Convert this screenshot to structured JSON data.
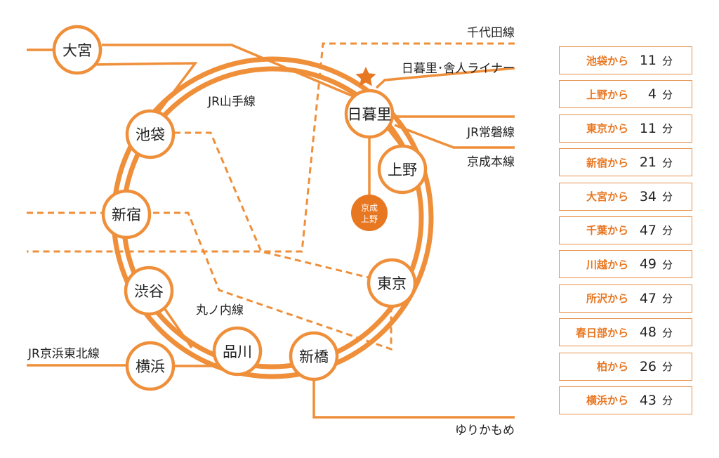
{
  "colors": {
    "accent": "#e87722",
    "line": "#ef8f3a",
    "text": "#222222"
  },
  "stations": {
    "omiya": "大宮",
    "ikebukuro": "池袋",
    "shinjuku": "新宿",
    "shibuya": "渋谷",
    "shinagawa": "品川",
    "yokohama": "横浜",
    "shinbashi": "新橋",
    "tokyo": "東京",
    "ueno": "上野",
    "nippori": "日暮里",
    "keisei_ueno_line1": "京成",
    "keisei_ueno_line2": "上野"
  },
  "lines": {
    "chiyoda": "千代田線",
    "nippori_toneri": "日暮里･舎人ライナー",
    "yamanote": "JR山手線",
    "joban": "JR常磐線",
    "keisei": "京成本線",
    "marunouchi": "丸ノ内線",
    "keihin_tohoku": "JR京浜東北線",
    "yurikamome": "ゆりかもめ"
  },
  "travel_times": [
    {
      "from": "池袋から",
      "minutes": "11",
      "unit": "分"
    },
    {
      "from": "上野から",
      "minutes": "4",
      "unit": "分"
    },
    {
      "from": "東京から",
      "minutes": "11",
      "unit": "分"
    },
    {
      "from": "新宿から",
      "minutes": "21",
      "unit": "分"
    },
    {
      "from": "大宮から",
      "minutes": "34",
      "unit": "分"
    },
    {
      "from": "千葉から",
      "minutes": "47",
      "unit": "分"
    },
    {
      "from": "川越から",
      "minutes": "49",
      "unit": "分"
    },
    {
      "from": "所沢から",
      "minutes": "47",
      "unit": "分"
    },
    {
      "from": "春日部から",
      "minutes": "48",
      "unit": "分"
    },
    {
      "from": "柏から",
      "minutes": "26",
      "unit": "分"
    },
    {
      "from": "横浜から",
      "minutes": "43",
      "unit": "分"
    }
  ]
}
